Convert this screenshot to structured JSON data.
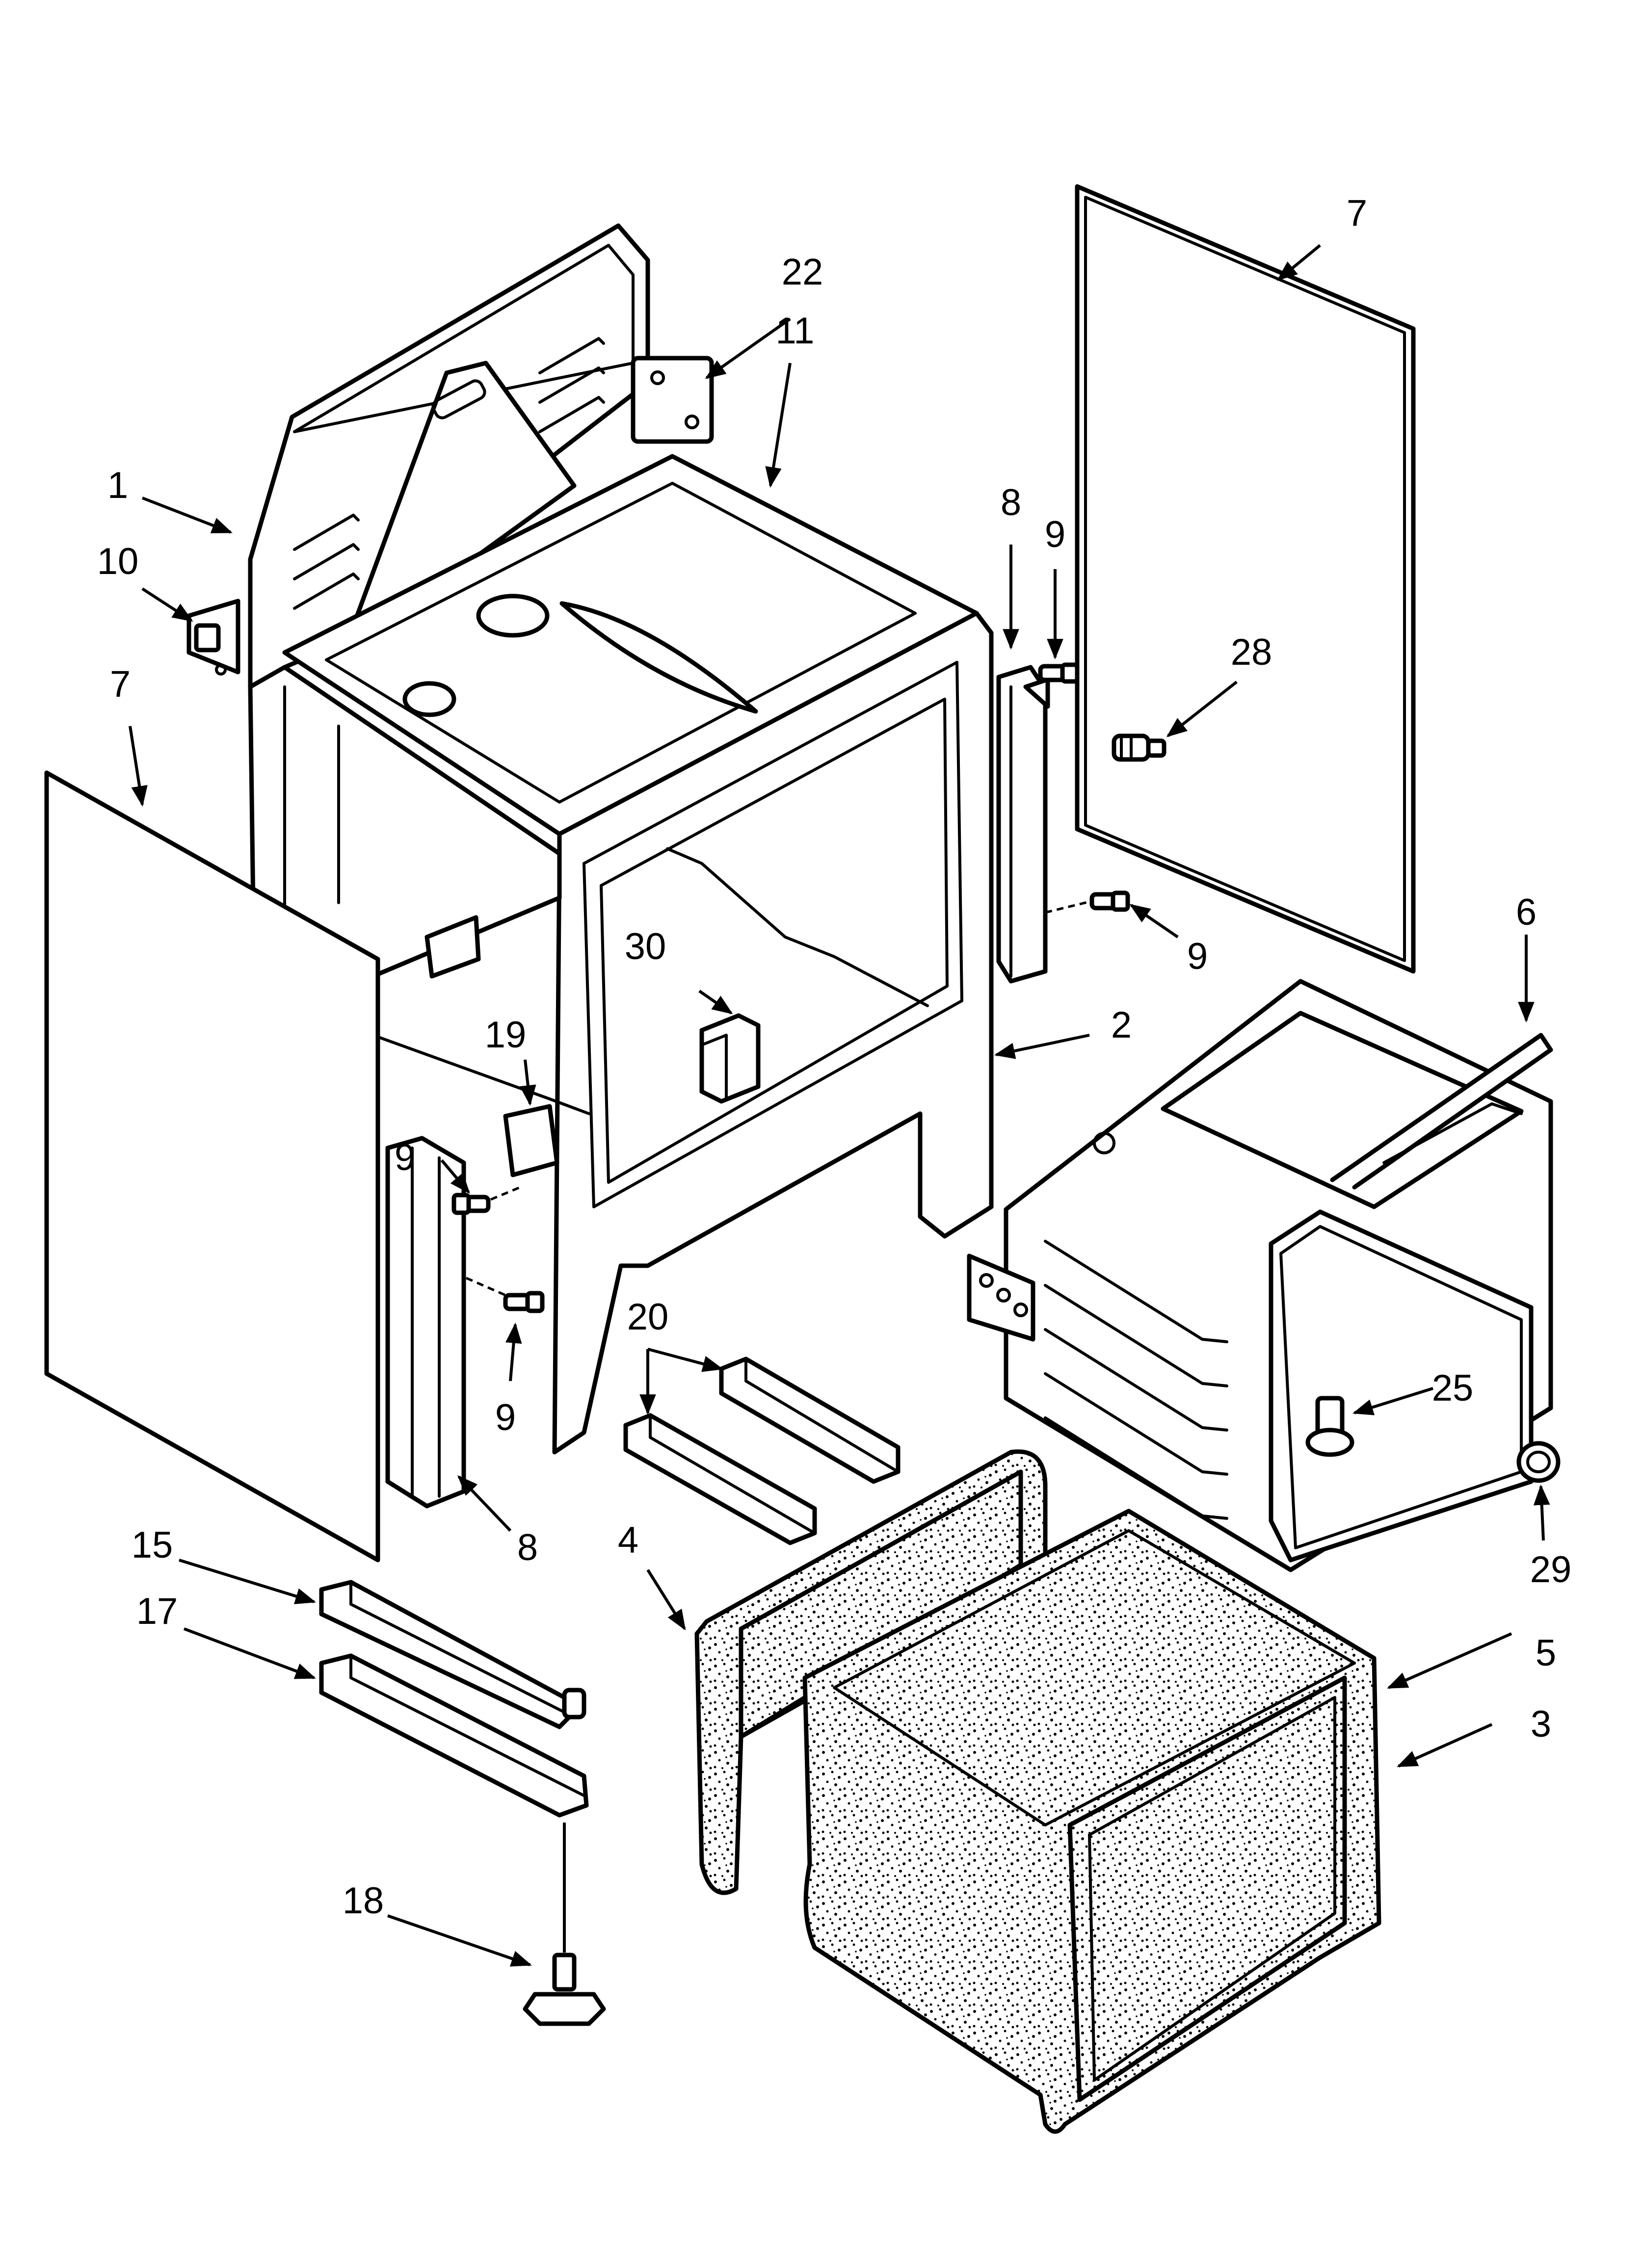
{
  "callouts": {
    "c1": "1",
    "c2": "2",
    "c3": "3",
    "c4": "4",
    "c5": "5",
    "c6": "6",
    "c7_right": "7",
    "c7_left": "7",
    "c8_right": "8",
    "c8_left": "8",
    "c9_upper_right": "9",
    "c9_lower_right": "9",
    "c9_left_upper": "9",
    "c9_left_lower": "9",
    "c10": "10",
    "c11": "11",
    "c15": "15",
    "c17": "17",
    "c18": "18",
    "c19": "19",
    "c20": "20",
    "c22": "22",
    "c25": "25",
    "c28": "28",
    "c29": "29",
    "c30": "30"
  },
  "colors": {
    "line": "#000000",
    "background": "#ffffff"
  }
}
